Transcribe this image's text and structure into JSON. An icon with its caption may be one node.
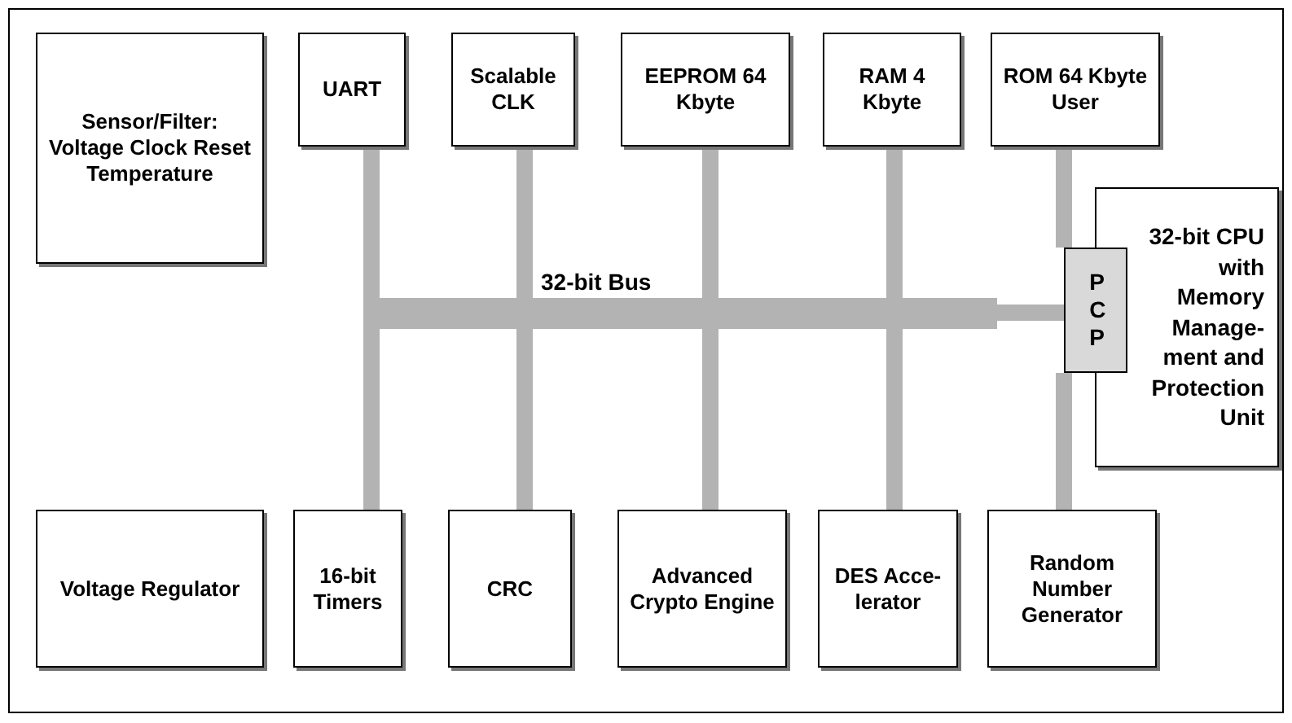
{
  "diagram": {
    "nodes": [
      {
        "text": [
          "Sensor/Filter: Voltage Clock Reset Temperature"
        ]
      },
      {
        "text": [
          "UART"
        ]
      },
      {
        "text": [
          "Scalable CLK"
        ]
      },
      {
        "text": [
          "EEPROM 64 Kbyte"
        ]
      },
      {
        "text": [
          "RAM 4 Kbyte"
        ]
      },
      {
        "text": [
          "ROM 64 Kbyte User"
        ]
      },
      {
        "text": [
          "32-bit CPU with Memory Manage- ment and Protection Unit"
        ]
      },
      {
        "text": [
          "32-bit Bus"
        ]
      },
      {
        "text": [
          "P C P"
        ]
      },
      {
        "text": [
          "Voltage Regulator"
        ]
      },
      {
        "text": [
          "16-bit Timers"
        ]
      },
      {
        "text": [
          "CRC"
        ]
      },
      {
        "text": [
          "Advanced Crypto Engine"
        ]
      },
      {
        "text": [
          "DES Acce- lerator"
        ]
      },
      {
        "text": [
          "Random Number Generator"
        ]
      }
    ],
    "edges": [
      {
        "from": 1,
        "to": 7,
        "arrow": "none"
      },
      {
        "from": 2,
        "to": 7,
        "arrow": "none"
      },
      {
        "from": 3,
        "to": 7,
        "arrow": "none"
      },
      {
        "from": 4,
        "to": 7,
        "arrow": "none"
      },
      {
        "from": 5,
        "to": 8,
        "arrow": "none"
      },
      {
        "from": 10,
        "to": 7,
        "arrow": "none"
      },
      {
        "from": 11,
        "to": 7,
        "arrow": "none"
      },
      {
        "from": 12,
        "to": 7,
        "arrow": "none"
      },
      {
        "from": 13,
        "to": 7,
        "arrow": "none"
      },
      {
        "from": 14,
        "to": 8,
        "arrow": "none"
      },
      {
        "from": 7,
        "to": 8,
        "arrow": "none"
      }
    ]
  }
}
